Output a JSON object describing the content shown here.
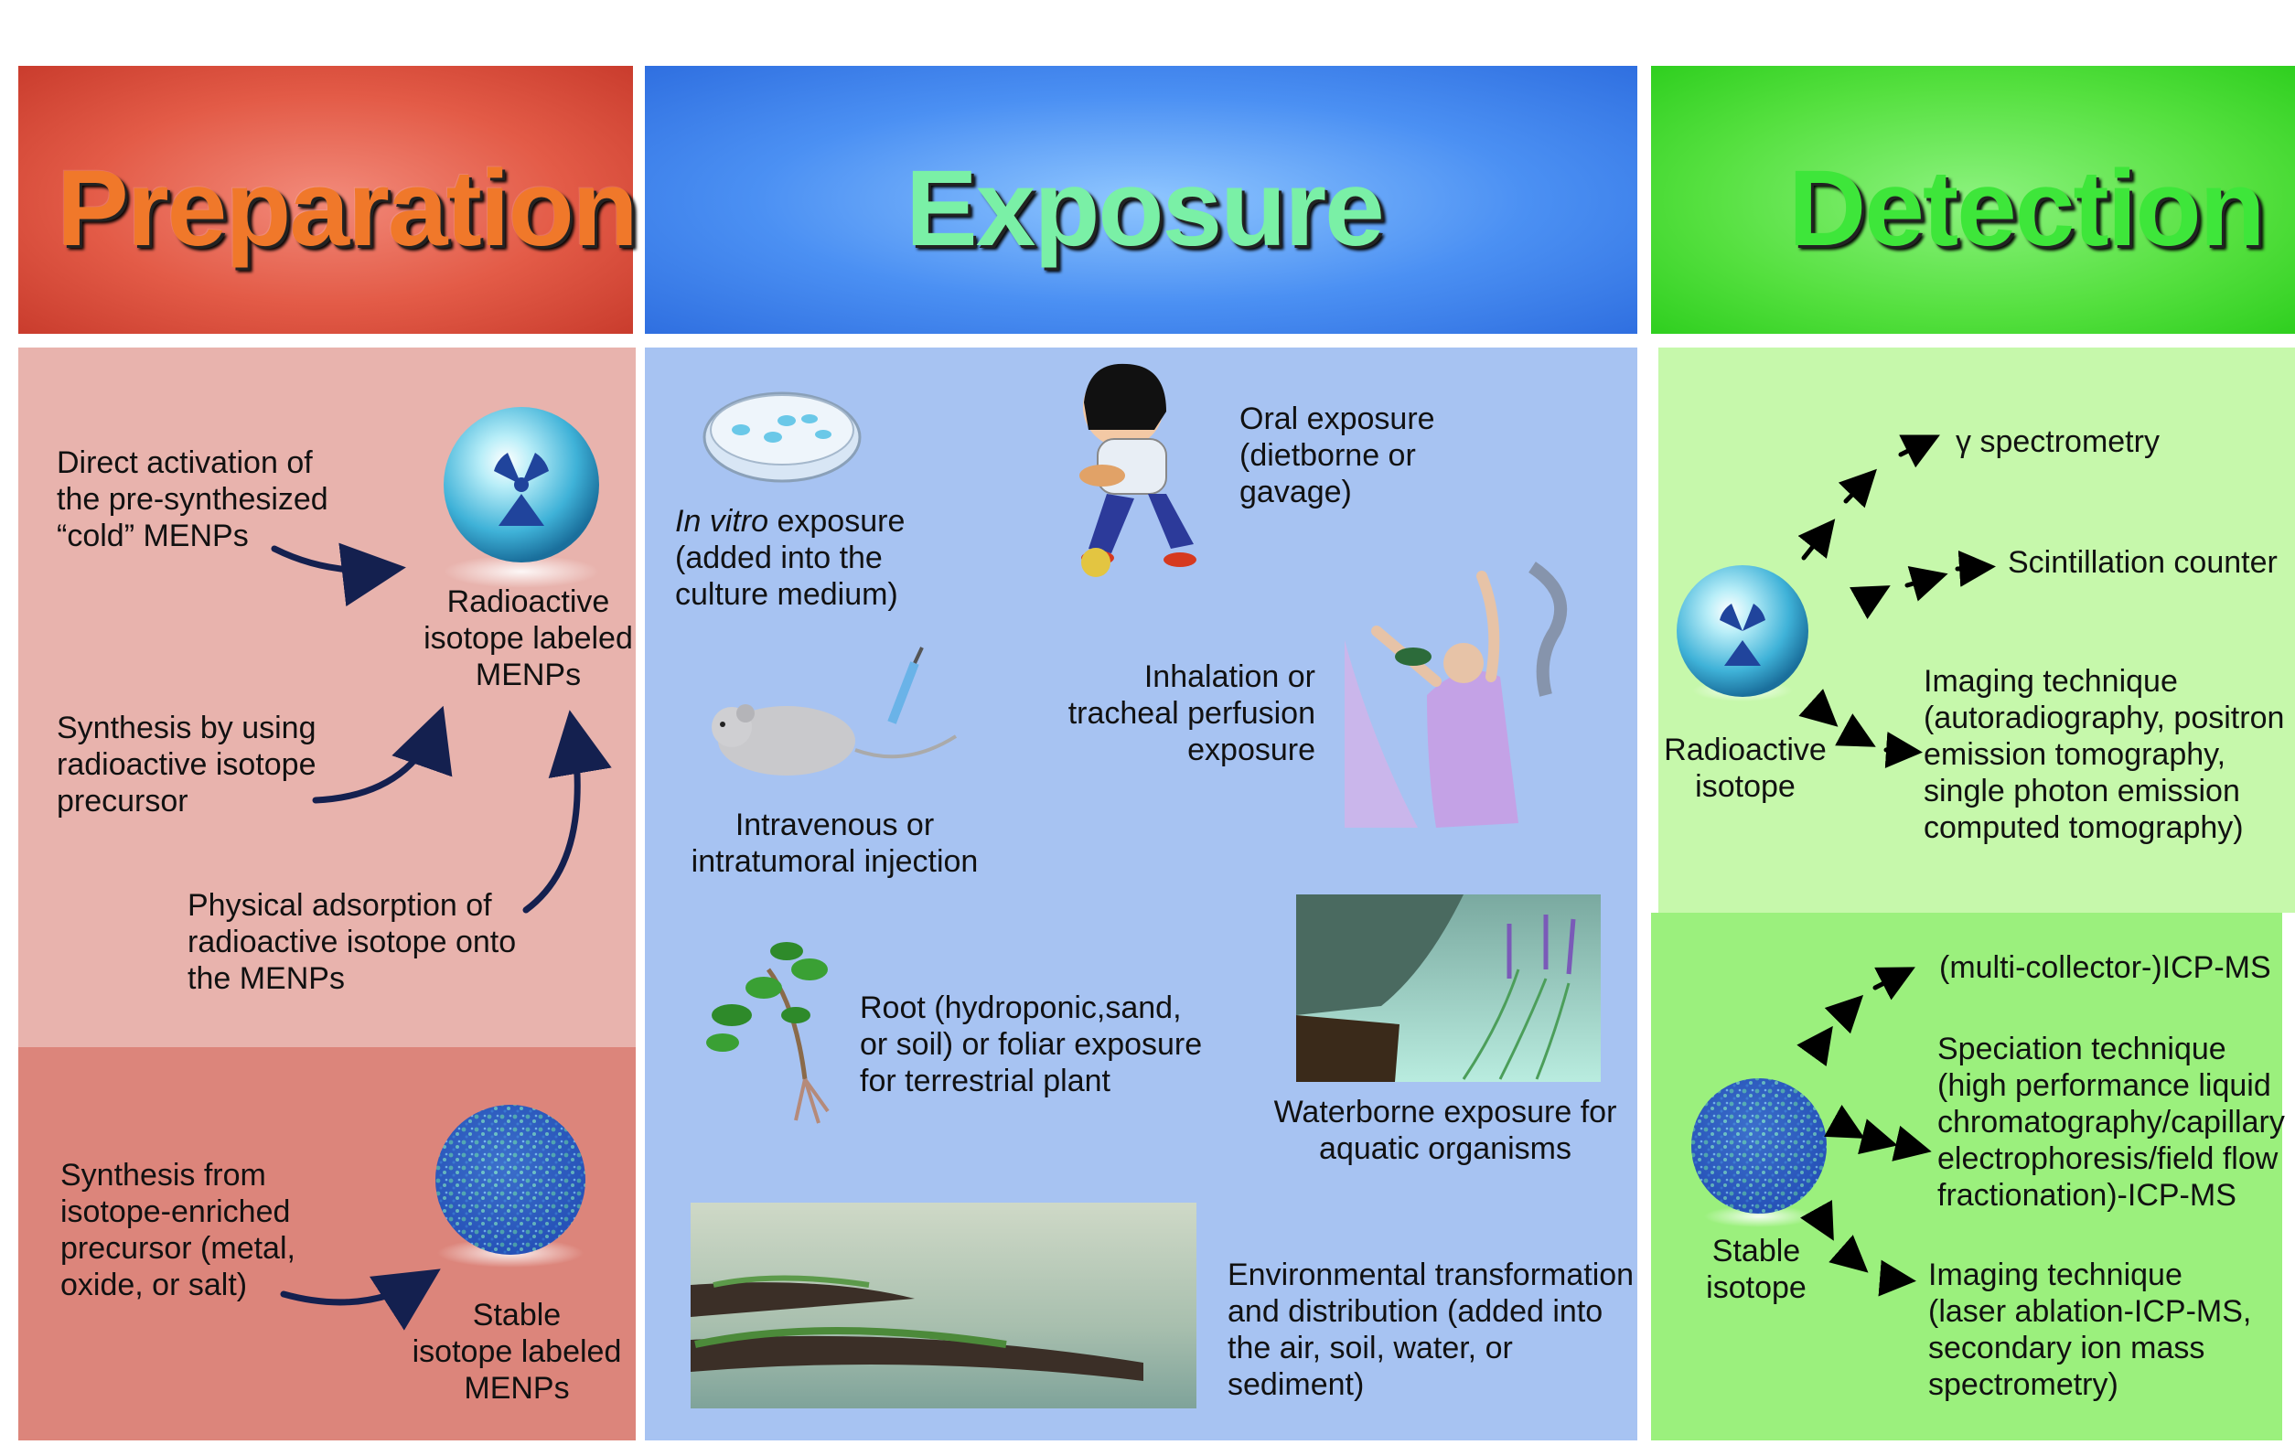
{
  "headers": {
    "preparation": "Preparation",
    "exposure": "Exposure",
    "detection": "Detection"
  },
  "preparation": {
    "direct_activation": [
      "Direct activation of",
      "the pre-synthesized",
      "“cold” MENPs"
    ],
    "radio_label": [
      "Radioactive",
      "isotope labeled",
      "MENPs"
    ],
    "synthesis_precursor": [
      "Synthesis by using",
      "radioactive isotope",
      "precursor"
    ],
    "physical_adsorption": [
      "Physical adsorption of",
      "radioactive isotope onto",
      "the MENPs"
    ],
    "synthesis_enriched": [
      "Synthesis from",
      "isotope-enriched",
      "precursor (metal,",
      "oxide, or salt)"
    ],
    "stable_label": [
      "Stable",
      "isotope labeled",
      "MENPs"
    ]
  },
  "exposure": {
    "in_vitro_italic": "In vitro",
    "in_vitro_rest": " exposure",
    "in_vitro_lines": [
      "(added into the",
      "culture medium)"
    ],
    "oral": [
      "Oral exposure",
      "(dietborne or",
      "gavage)"
    ],
    "iv": [
      "Intravenous or",
      "intratumoral injection"
    ],
    "inhalation": [
      "Inhalation or",
      "tracheal perfusion",
      "exposure"
    ],
    "root": [
      "Root (hydroponic,sand,",
      "or soil) or foliar exposure",
      "for terrestrial plant"
    ],
    "waterborne": [
      "Waterborne exposure for",
      "aquatic organisms"
    ],
    "environmental": [
      "Environmental transformation",
      "and distribution (added into",
      "the air, soil, water, or",
      "sediment)"
    ]
  },
  "detection": {
    "radio_isotope": [
      "Radioactive",
      "isotope"
    ],
    "gamma": "γ spectrometry",
    "scint": "Scintillation counter",
    "imaging_radio": [
      "Imaging technique",
      "(autoradiography, positron",
      "emission tomography,",
      "single photon emission",
      "computed tomography)"
    ],
    "stable_isotope": [
      "Stable",
      "isotope"
    ],
    "icpms": "(multi-collector-)ICP-MS",
    "speciation": [
      "Speciation technique",
      "(high performance liquid",
      "chromatography/capillary",
      "electrophoresis/field flow",
      "fractionation)-ICP-MS"
    ],
    "imaging_stable": [
      "Imaging technique",
      "(laser ablation-ICP-MS,",
      "secondary ion mass",
      "spectrometry)"
    ]
  },
  "colors": {
    "prep_header": "#e35b47",
    "exp_header": "#4b90f3",
    "det_header": "#55e03f",
    "prep_panel": "#e8b3ad",
    "prep_panel_dark": "#dc857b",
    "exp_panel": "#a7c3f2",
    "det_panel_light": "#c6f8ab",
    "det_panel_dark": "#9bf07d"
  }
}
